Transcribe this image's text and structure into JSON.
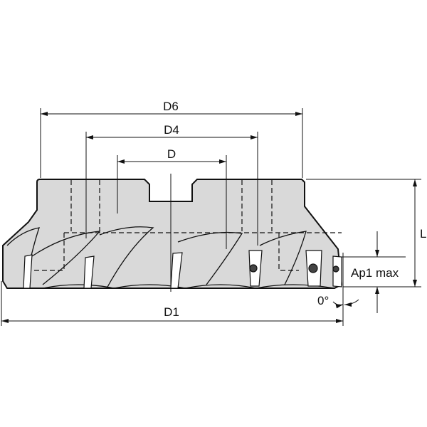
{
  "drawing": {
    "title": "Face mill cutter dimension drawing",
    "colors": {
      "body": "#d9d9d9",
      "line": "#111111",
      "background": "#ffffff",
      "insert": "#ffffff"
    },
    "dimensions": {
      "d6": "D6",
      "d4": "D4",
      "d": "D",
      "d1": "D1",
      "l": "L",
      "ap1max": "Ap1 max",
      "angle": "0°"
    }
  }
}
